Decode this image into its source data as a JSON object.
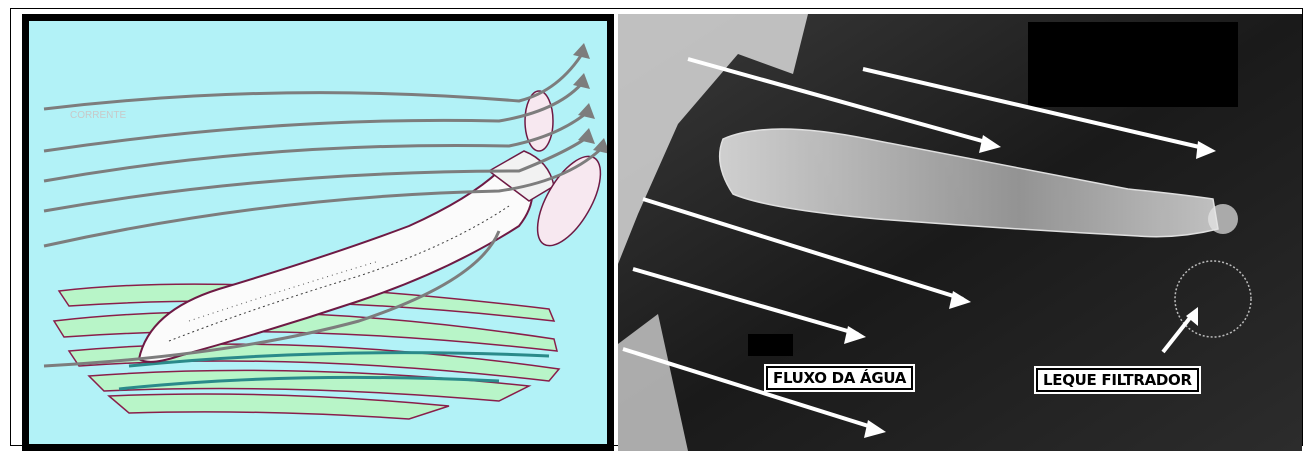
{
  "left_panel": {
    "label_corrente": "CORRENTE",
    "background_color": "#b2f2f7",
    "arrow_color": "#7d7d7d",
    "substrate_color": "#b8f5c8"
  },
  "right_panel": {
    "label_flow": "FLUXO DA ÁGUA",
    "label_fan": "LEQUE FILTRADOR"
  }
}
